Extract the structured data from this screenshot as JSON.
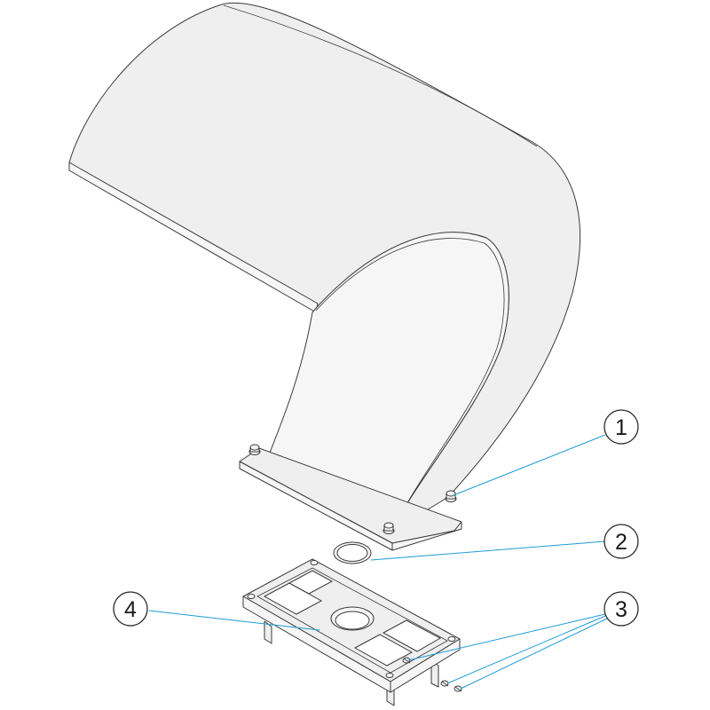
{
  "colors": {
    "line": "#3a3a3a",
    "fill": "#efefef",
    "leader": "#1e9bd7",
    "background": "#ffffff"
  },
  "callouts": [
    {
      "id": "1",
      "label": "1"
    },
    {
      "id": "2",
      "label": "2"
    },
    {
      "id": "3",
      "label": "3"
    },
    {
      "id": "4",
      "label": "4"
    }
  ]
}
